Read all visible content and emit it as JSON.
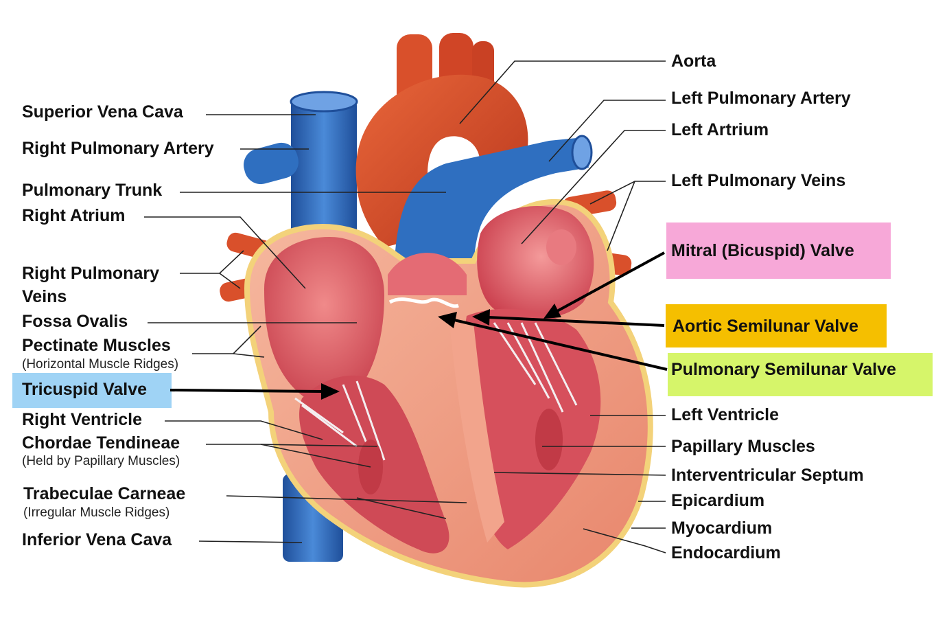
{
  "labels": {
    "superior_vena_cava": "Superior Vena Cava",
    "right_pulmonary_artery": "Right Pulmonary Artery",
    "pulmonary_trunk": "Pulmonary Trunk",
    "right_atrium": "Right Atrium",
    "right_pulmonary_veins_line1": "Right Pulmonary",
    "right_pulmonary_veins_line2": "Veins",
    "fossa_ovalis": "Fossa Ovalis",
    "pectinate_muscles": "Pectinate Muscles",
    "pectinate_muscles_note": "(Horizontal Muscle Ridges)",
    "tricuspid_valve": "Tricuspid Valve",
    "right_ventricle": "Right Ventricle",
    "chordae_tendineae": "Chordae Tendineae",
    "chordae_tendineae_note": "(Held by Papillary Muscles)",
    "trabeculae_carneae": "Trabeculae Carneae",
    "trabeculae_carneae_note": "(Irregular Muscle Ridges)",
    "inferior_vena_cava": "Inferior Vena Cava",
    "aorta": "Aorta",
    "left_pulmonary_artery": "Left Pulmonary Artery",
    "left_atrium": "Left Artrium",
    "left_pulmonary_veins": "Left Pulmonary Veins",
    "mitral_valve": "Mitral (Bicuspid) Valve",
    "aortic_semilunar_valve": "Aortic Semilunar Valve",
    "pulmonary_semilunar_valve": "Pulmonary Semilunar Valve",
    "left_ventricle": "Left Ventricle",
    "papillary_muscles": "Papillary Muscles",
    "interventricular_septum": "Interventricular Septum",
    "epicardium": "Epicardium",
    "myocardium": "Myocardium",
    "endocardium": "Endocardium"
  },
  "highlight_colors": {
    "tricuspid_valve": "#9fd3f5",
    "mitral_valve": "#f7a8d8",
    "aortic_semilunar_valve": "#f5bf00",
    "pulmonary_semilunar_valve": "#d6f56a"
  },
  "anatomy_colors": {
    "aorta": "#d9502b",
    "vein_blue": "#2f6fc0",
    "heart_wall": "#f2a48c",
    "chamber_inner": "#d8505e",
    "epicardium": "#f3d27a"
  }
}
